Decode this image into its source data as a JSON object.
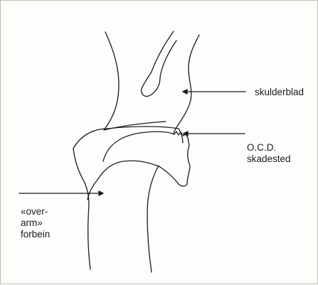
{
  "diagram": {
    "labels": {
      "skulderblad": "skulderblad",
      "ocd_line1": "O.C.D.",
      "ocd_line2": "skadested",
      "forbein_line1": "«over-",
      "forbein_line2": "arm»",
      "forbein_line3": "forbein"
    },
    "colors": {
      "ink": "#1a1a1a",
      "paper": "#fdfdfb",
      "border": "#bdbdb6"
    }
  }
}
